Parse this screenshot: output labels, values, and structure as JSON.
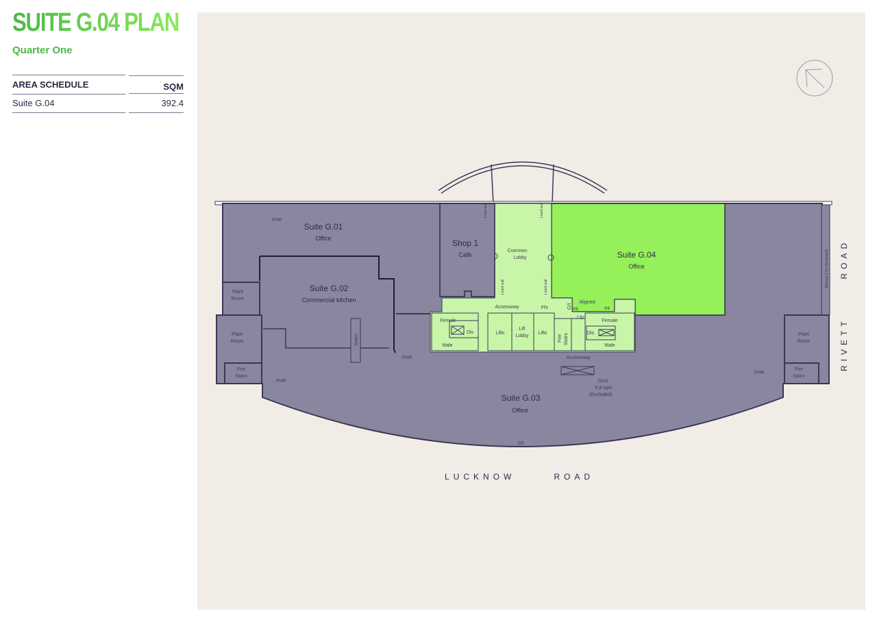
{
  "header": {
    "title": "SUITE G.04 PLAN",
    "subtitle": "Quarter One"
  },
  "area_schedule": {
    "col_area": "AREA SCHEDULE",
    "col_sqm": "SQM",
    "rows": [
      {
        "name": "Suite G.04",
        "sqm": "392.4"
      }
    ]
  },
  "colors": {
    "title_green": "#4cb848",
    "highlight_suite": "#96f05a",
    "common_area": "#c8f5a8",
    "other_tenancy": "#8a86a0",
    "walls": "#3a3658",
    "panel_bg": "#f1ede6"
  },
  "plan": {
    "north_icon": "north-arrow-icon",
    "suites": {
      "g01": {
        "name": "Suite G.01",
        "use": "Office"
      },
      "g02": {
        "name": "Suite G.02",
        "use": "Commercial kitchen"
      },
      "g03": {
        "name": "Suite G.03",
        "use": "Office"
      },
      "g04": {
        "name": "Suite G.04",
        "use": "Office"
      },
      "shop1": {
        "name": "Shop 1",
        "use": "Cafe"
      }
    },
    "labels": {
      "common_lobby_1": "Common",
      "common_lobby_2": "Lobby",
      "lift_lobby_1": "Lift",
      "lift_lobby_2": "Lobby",
      "lifts": "Lifts",
      "fire_stairs_1": "Fire",
      "fire_stairs_2": "Stairs",
      "female": "Female",
      "male": "Male",
      "dis": "Dis",
      "accessway": "Accessway",
      "fhr": "FHR",
      "fhr_lower": "Fhr",
      "aligned": "Aligned",
      "int": "Int",
      "ltp": "Ltp",
      "gi": "G/I",
      "plant_1": "Plant",
      "plant_2": "Room",
      "stairs": "Stairs",
      "lined_wall": "Lined wall",
      "duct_1": "Duct",
      "duct_2": "6.8 sqm",
      "duct_3": "(Excluded)",
      "balcony": "Balcony 17m² (Excluded)"
    },
    "roads": {
      "south": "LUCKNOW      ROAD",
      "east": "RIVETT      ROAD"
    }
  }
}
